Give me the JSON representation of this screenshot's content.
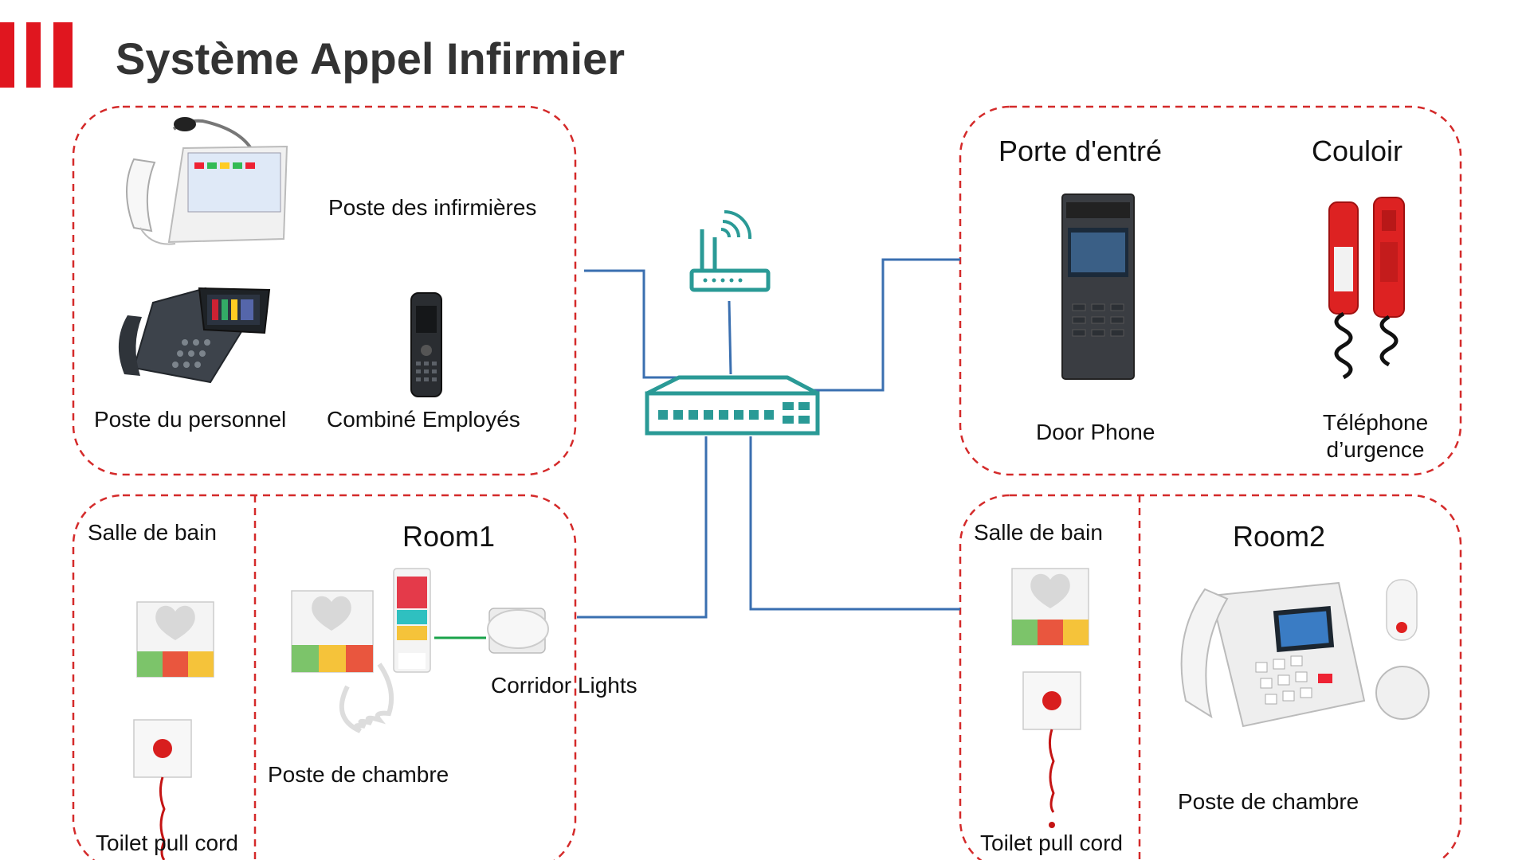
{
  "page": {
    "title": "Système Appel Infirmier"
  },
  "colors": {
    "accent_red": "#e0161f",
    "dash_red": "#d42a2a",
    "wire_blue": "#3a6fb0",
    "wire_green": "#1aa34a",
    "network_teal": "#2a9a96"
  },
  "staff_zone": {
    "nurse_station": "Poste des infirmières",
    "staff_station": "Poste du personnel",
    "staff_handset": "Combiné Employés"
  },
  "entry_zone": {
    "entry_heading": "Porte d'entré",
    "corridor_heading": "Couloir",
    "door_phone": "Door Phone",
    "emergency_phone_line1": "Téléphone",
    "emergency_phone_line2": "d’urgence"
  },
  "room1_zone": {
    "bathroom_heading": "Salle de bain",
    "room_heading": "Room1",
    "room_station": "Poste de chambre",
    "corridor_lights": "Corridor Lights",
    "toilet_cord": "Toilet pull cord"
  },
  "room2_zone": {
    "bathroom_heading": "Salle de bain",
    "room_heading": "Room2",
    "room_station": "Poste de chambre",
    "toilet_cord": "Toilet pull cord"
  },
  "icons": [
    "router-icon",
    "network-switch-icon",
    "desk-phone-icon",
    "dect-handset-icon",
    "door-phone-icon",
    "emergency-phone-icon",
    "call-panel-icon",
    "pull-cord-icon",
    "corridor-light-icon",
    "senior-phone-icon",
    "pendant-icon"
  ]
}
